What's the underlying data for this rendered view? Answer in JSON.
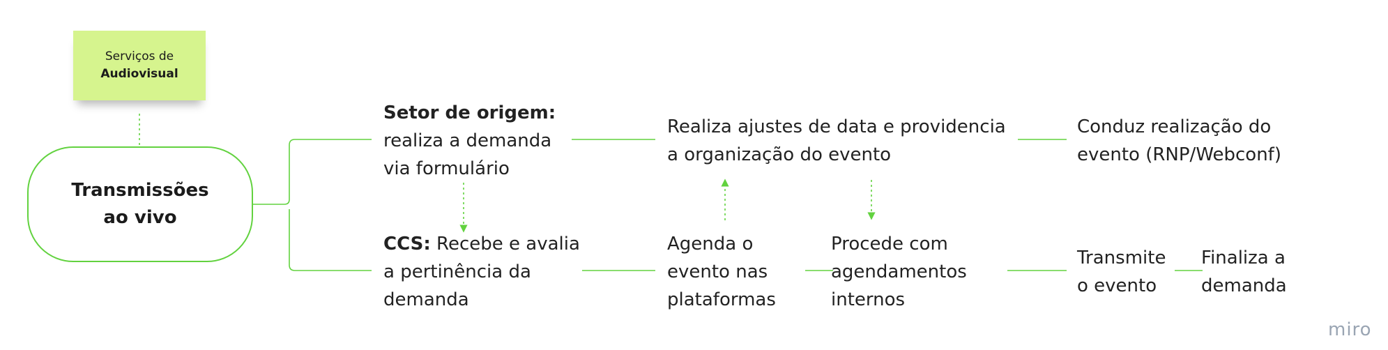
{
  "sticky": {
    "line1": "Serviços de",
    "line2": "Audiovisual"
  },
  "root": {
    "line1": "Transmissões",
    "line2": "ao vivo"
  },
  "nodes": {
    "origin": {
      "bold": "Setor de origem:",
      "line2": "realiza a demanda",
      "line3": "via formulário"
    },
    "ccs": {
      "bold": "CCS:",
      "line1_rest": " Recebe e avalia",
      "line2": "a pertinência da",
      "line3": "demanda"
    },
    "adjust": {
      "line1": "Realiza ajustes de data e providencia",
      "line2": "a organização do evento"
    },
    "conduct": {
      "line1": "Conduz realização do",
      "line2": "evento (RNP/Webconf)"
    },
    "schedule": {
      "line1": "Agenda o",
      "line2": "evento nas",
      "line3": "plataformas"
    },
    "internal": {
      "line1": "Procede com",
      "line2": "agendamentos",
      "line3": "internos"
    },
    "transmit": {
      "line1": "Transmite",
      "line2": "o evento"
    },
    "finalize": {
      "line1": "Finaliza a",
      "line2": "demanda"
    }
  },
  "watermark": "miro",
  "colors": {
    "connector": "#62d23f",
    "sticky": "#d6f48e",
    "watermark": "#9aa5b3"
  }
}
